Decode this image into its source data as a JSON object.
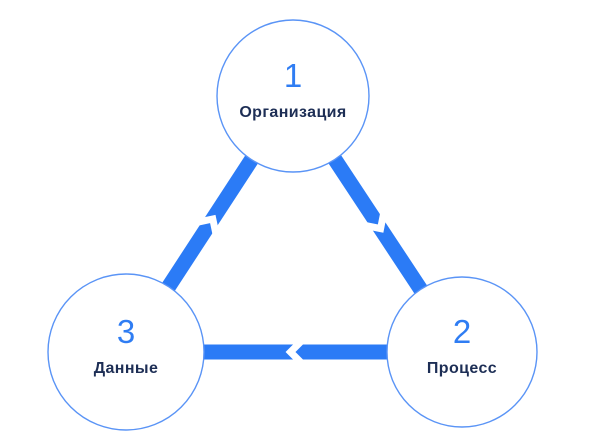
{
  "diagram": {
    "type": "cycle",
    "nodes": [
      {
        "id": "organization",
        "number": "1",
        "label": "Организация"
      },
      {
        "id": "process",
        "number": "2",
        "label": "Процесс"
      },
      {
        "id": "data",
        "number": "3",
        "label": "Данные"
      }
    ],
    "edges": [
      {
        "from": "organization",
        "to": "process"
      },
      {
        "from": "process",
        "to": "data"
      },
      {
        "from": "data",
        "to": "organization"
      }
    ],
    "colors": {
      "arrow": "#2b7bf6",
      "number": "#2f7df3",
      "label": "#1d2e55",
      "circle_stroke": "#5a94f6",
      "background": "#ffffff"
    }
  }
}
